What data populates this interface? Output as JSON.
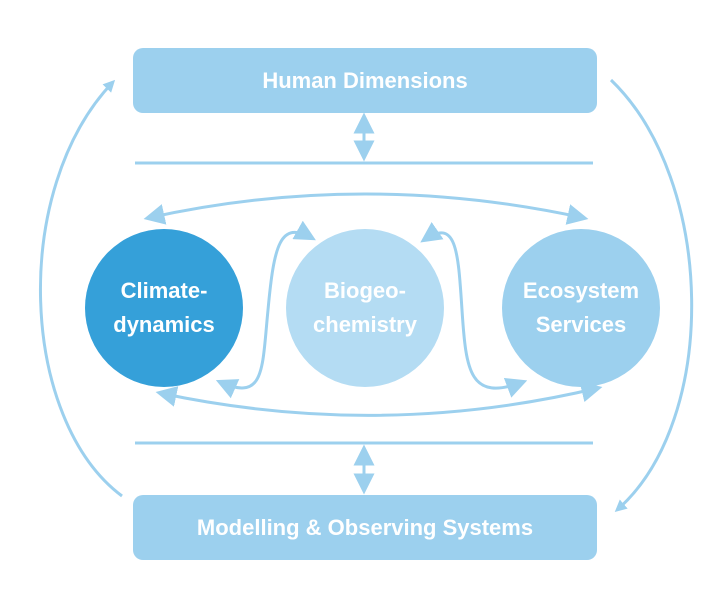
{
  "header": {
    "title": "Human Dimensions"
  },
  "footer": {
    "title": "Modelling & Observing Systems"
  },
  "nodes": [
    {
      "id": "climate",
      "label": "Climate-\ndynamics"
    },
    {
      "id": "bio",
      "label": "Biogeo-\nchemistry"
    },
    {
      "id": "eco",
      "label": "Ecosystem\nServices"
    }
  ],
  "colors": {
    "box": "#9cd0ee",
    "arrow": "#9cd0ee",
    "climate": "#35a0d9",
    "bio": "#b4dcf3",
    "eco": "#9cd0ee",
    "text": "#ffffff"
  }
}
